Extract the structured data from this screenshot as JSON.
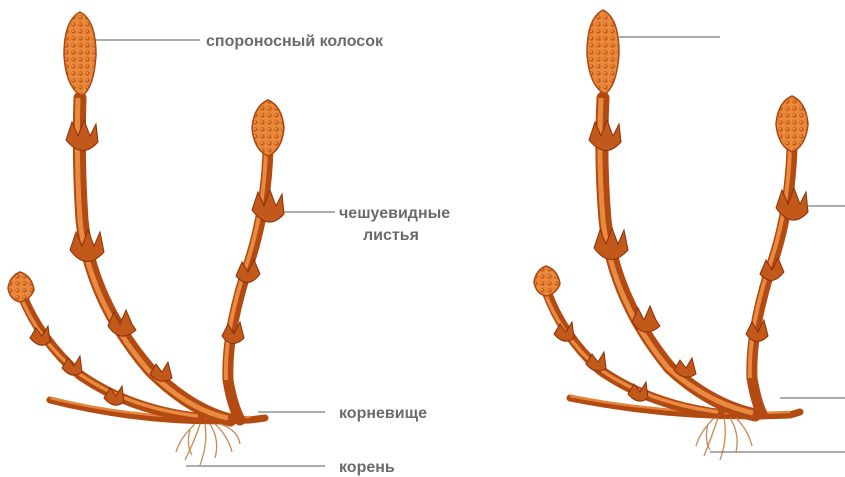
{
  "labels": {
    "strobilus": "спороносный колосок",
    "scale_leaves_line1": "чешуевидные",
    "scale_leaves_line2": "листья",
    "rhizome": "корневище",
    "root": "корень"
  },
  "colors": {
    "stem_dark": "#b24a12",
    "stem_mid": "#d9702a",
    "stem_light": "#f0a15c",
    "cone": "#e07a2e",
    "cone_dot": "#c55a18",
    "root": "#c98a55",
    "leader": "#7a7a7a",
    "label": "#6b6b6b"
  }
}
